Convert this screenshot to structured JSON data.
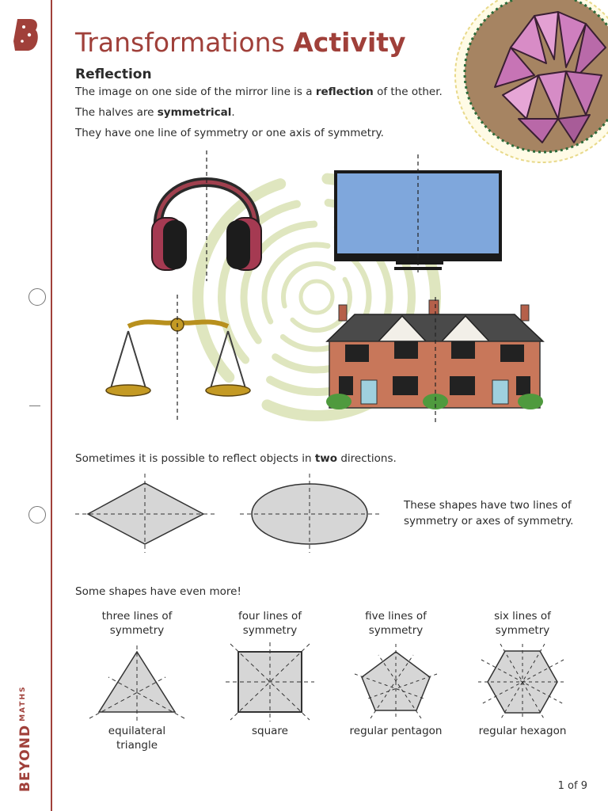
{
  "brand": {
    "logo_letter": "B",
    "name_big": "BEYOND",
    "name_small": "MATHS"
  },
  "header": {
    "title_regular": "Transformations ",
    "title_bold": "Activity"
  },
  "reflection": {
    "heading": "Reflection",
    "line1": {
      "pre": "The image on one side of the mirror line is a ",
      "bold": "reflection",
      "post": " of the other."
    },
    "line2": {
      "pre": "The halves are ",
      "bold": "symmetrical",
      "post": "."
    },
    "line3": "They have one line of symmetry or one axis of symmetry."
  },
  "images": [
    "headphones-icon",
    "television-icon",
    "scales-icon",
    "house-icon",
    "lotus-icon",
    "swirl-icon"
  ],
  "two_directions": {
    "intro": {
      "pre": "Sometimes it is possible to reflect objects in ",
      "bold": "two",
      "post": " directions."
    },
    "note": "These shapes have two lines of symmetry or axes of symmetry.",
    "shapes": [
      "rhombus-icon",
      "ellipse-icon"
    ]
  },
  "more": {
    "intro": "Some shapes have even more!",
    "shapes": [
      {
        "top": "three lines of symmetry",
        "name": "equilateral triangle",
        "lines": 3
      },
      {
        "top": "four lines of symmetry",
        "name": "square",
        "lines": 4
      },
      {
        "top": "five lines of symmetry",
        "name": "regular pentagon",
        "lines": 5
      },
      {
        "top": "six lines of symmetry",
        "name": "regular hexagon",
        "lines": 6
      }
    ]
  },
  "footer": {
    "page": "1 of 9"
  },
  "colors": {
    "accent": "#a0403a",
    "shape_fill": "#d6d6d6",
    "tv_screen": "#7fa7dc",
    "swirl": "#dfe6bf"
  }
}
